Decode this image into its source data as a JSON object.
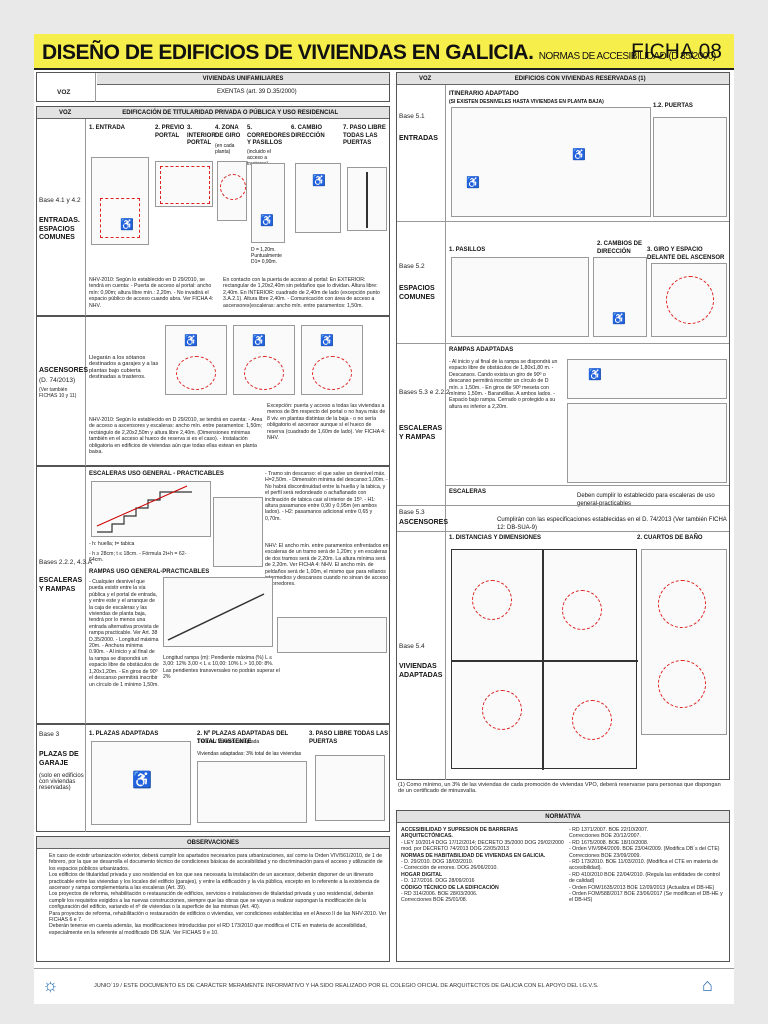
{
  "header": {
    "title": "DISEÑO DE EDIFICIOS DE VIVIENDAS EN GALICIA.",
    "subtitle": "NORMAS DE ACCESIBILIDAD (D 35/2000)",
    "ficha": "FICHA 08"
  },
  "left": {
    "voz": "VOZ",
    "unifam_title": "VIVIENDAS UNIFAMILIARES",
    "unifam_value": "EXENTAS (art. 39 D.35/2000)",
    "voz2": "VOZ",
    "edif_title": "EDIFICACIÓN DE TITULARIDAD PRIVADA O PÚBLICA Y USO RESIDENCIAL",
    "base41_label": "Base 4.1 y 4.2",
    "base41_title": "ENTRADAS. ESPACIOS COMUNES",
    "cols": [
      "1. ENTRADA",
      "2. PREVIO PORTAL",
      "3. INTERIOR PORTAL",
      "4. ZONA DE GIRO",
      "5. CORREDORES Y PASILLOS",
      "6. CAMBIO DIRECCIÓN",
      "7. PASO LIBRE TODAS LAS PUERTAS"
    ],
    "zona_note": "(en cada planta)",
    "pasillo_note": "(incluido el acceso a trasteros)",
    "giro_note": "D = 1,20m. Puntualmente D1= 0,90m.",
    "nhv_entrada": "NHV-2010: Según lo establecido en D 29/2010, se tendrá en cuenta: - Puerta de acceso al portal: ancho mín: 0,90m; altura libre mín.: 2,20m. - No invadirá el espacio público de acceso cuando abra. Ver FICHA 4: NHV.",
    "contacto_note": "En contacto con la puerta de acceso al portal: En EXTERIOR: rectangular de 1,20x2,40m sin peldaños que lo dividan. Altura libre: 2,40m. En INTERIOR: cuadrado de 2,40m de lado (excepción punto 3.A.2.1). Altura libre 2,40m. - Comunicación con área de acceso a ascensores(escaleras: ancho mín. entre paramentos: 1,50m.",
    "ascensores_title": "ASCENSORES",
    "ascensores_sub": "(D. 74/2013)",
    "ascensores_ref": "(Ver también FICHAS 10 y 11)",
    "ascensores_text": "Llegarán a los sótanos destinados a garajes y a las plantas bajo cubierta destinadas a trasteros.",
    "nhv_asc": "NHV-2010: Según lo establecido en D 29/2010, se tendrá en cuenta: - Área de acceso a ascensores y escaleras: ancho mín. entre paramentos: 1,50m; rectángulo de 2,20x2,50m y altura libre 2,40m. (Dimensiones mínimas también en el acceso al hueco de reserva si es el caso). - Instalación obligatoria en edificios de viviendas aún que todas ellas estean en planta baixa.",
    "excepcion": "Excepción: puerta y acceso a todas las viviendas a menos de 8m respecto del portal o no haya más de 8 viv. en plantas distintas de la baja - o no sería obligatorio el ascensor aunque sí el hueco de reserva (cuadrado de 1,60m de lado). Ver FICHA 4: NHV.",
    "escaleras_header": "ESCALERAS USO GENERAL - PRACTICABLES",
    "esc_notes": "- Tramo sin descanso: el que salve un desnivel máx. H=2,50m. - Dimensión mínima del descanso:1,00m. - No habrá discontinuidad entre la huella y la tabica, y el perfil será redondeado o achaflanado con inclinación de tabica casi al interior de 15º. - H1: altura pasamanos entre 0,90 y 0,95m (en ambos lados). - H2: pasamanos adicional entre 0,65 y 0,70m.",
    "esc_formula1": "- h: huella; t= tabica",
    "esc_formula2": "- h ≥ 28cm; t ≤ 18cm. - Fórmula 2t+h = 62-64cm.",
    "nhv_esc": "NHV: El ancho mín. entre paramentos enfrentados en escaleras de un tramo será de 1,20m; y en escaleras de dos tramos será de 2,20m. La altura mínima será de 2,20m. Ver FICHA 4: NHV. El ancho mín. de peldaños será de 1,00m, el mismo que para rellanos intermedios y descansos cuando no sirvan de acceso a corredores.",
    "base22_label": "Bases 2.2.2, 4.3.A",
    "base22_title": "ESCALERAS Y RAMPAS",
    "rampas_header": "RAMPAS USO GENERAL-PRACTICABLES",
    "rampas_text": "- Cualquier desnivel que pueda existir entre la vía pública y el portal de entrada, y entre este y el arranque de la caja de escaleras y las viviendas de planta baja, tendrá por lo menos una entrada alternativa provista de rampa practicable. Ver Art. 38 D.35/2000. - Longitud máxima 20m. - Anchura mínima 0.90m. - Al inicio y al final de la rampa se dispondrá un espacio libre de obstáculos de 1,20x1,20m. - En giros de 90º el descanso permitirá inscribir un círculo de 1 mínimo 1,50m.",
    "rampa_table": "Longitud rampa (m): Pendiente máxima (%) L ≤ 3,00: 12% 3,00 < L ≤ 10,00: 10% L > 10,00: 8%. Las pendientes transversales no podrán superar el 2%",
    "base3_label": "Base 3",
    "base3_title": "PLAZAS DE GARAJE",
    "base3_sub": "(solo en edificios con viviendas reservadas)",
    "plazas_h1": "1. PLAZAS ADAPTADAS",
    "plazas_h2": "2. Nº PLAZAS ADAPTADAS DEL TOTAL EXISTENTE",
    "plazas_h2b": "1 Plaza / Vivienda adaptada",
    "plazas_h3": "3. PASO LIBRE TODAS LAS PUERTAS",
    "plazas_note": "Viviendas adaptadas: 3% total de las viviendas"
  },
  "right": {
    "voz": "VOZ",
    "title": "EDIFICIOS CON VIVIENDAS RESERVADAS (1)",
    "b51_label": "Base 5.1",
    "b51_title": "ENTRADAS",
    "itinerario": "ITINERARIO ADAPTADO",
    "itinerario_sub": "(SI EXISTEN DESNIVELES HASTA VIVIENDAS EN PLANTA BAJA)",
    "b51_puertas": "1.2. PUERTAS",
    "b52_label": "Base 5.2",
    "b52_title": "ESPACIOS COMUNES",
    "b52_cols": [
      "1. PASILLOS",
      "2. CAMBIOS DE DIRECCIÓN",
      "3. GIRO Y ESPACIO DELANTE DEL ASCENSOR"
    ],
    "b53_label": "Bases 5.3 e 2.2.2",
    "b53_title": "ESCALERAS Y RAMPAS",
    "rampas_adaptadas": "RAMPAS ADAPTADAS",
    "rampas_adapt_text": "- Al inicio y al final de la rampa se dispondrá un espacio libre de obstáculos de 1,80x1,80 m. - Descansos. Cando exista un giro de 90º o descanso permitirá inscribir un círculo de D mín. ≥ 1,50m. - En giros de 90º meseta con mínimo 1,50m. - Barandillas. A ambos lados. - Espacio bajo rampa. Cerrado o protegido a su altura es inferior a 2,20m.",
    "escaleras_row": "ESCALERAS",
    "escaleras_text": "Deben cumplir lo establecido para escaleras de uso general-practicables",
    "b53b_label": "Base 5.3",
    "b53b_title": "ASCENSORES",
    "ascensores_text": "Cumplirán con las especificaciones establecidas en el D. 74/2013 (Ver también FICHA 12: DB-SUA-9)",
    "b54_label": "Base 5.4",
    "b54_title": "VIVIENDAS ADAPTADAS",
    "b54_h1": "1. DISTANCIAS Y DIMENSIONES",
    "b54_h2": "2. CUARTOS DE BAÑO",
    "footnote": "(1) Como mínimo, un 3% de las viviendas de cada promoción de viviendas VPO, deberá reservarse para personas que dispongan de un certificado de minusvalía."
  },
  "obs": {
    "title": "OBSERVACIONES",
    "items": [
      "En caso de existir urbanización exterior, deberá cumplir los apartados necesarios para urbanizaciones, así como la Orden VIV/561/2010, de 1 de febrero, por la que se desarrolla el documento técnico de condiciones básicas de accesibilidad y no discriminación para el acceso y utilización de los espacios públicos urbanizados.",
      "Los edificios de titularidad privada y uso residencial en los que sea necesaria la instalación de un ascensor, deberán disponer de un itinerario practicable entre las viviendas y los locales del edificio (garajes), y entre la edificación y la vía pública, excepto en lo referente a la existencia de ascensor y rampa complementaria a las escaleras (Art. 39).",
      "Los proyectos de reforma, rehabilitación o restauración de edificios, servicios o instalaciones de titularidad privada y uso residencial, deberán cumplir los requisitos exigidos a las nuevas construcciones, siempre que las obras que se vayan a realizar supongan la modificación de la configuración del edificio, variando el nº de viviendas o la superficie de las mismas (Art. 40).",
      "Para proyectos de reforma, rehabilitación o restauración de edificios o viviendas, ver condiciones establecidas en el Anexo II de las NHV-2010. Ver FICHAS 6 e 7.",
      "Deberán tenerse en cuenta además, las modificaciones introducidas por el RD 173/2010 que modifica el CTE en materia de accesibilidad, especialmente en la referente al modificado DB SUA. Ver FICHAS 9 e 10."
    ]
  },
  "normativa": {
    "title": "NORMATIVA",
    "left": [
      "ACCESIBILIDAD Y SUPRESIÓN DE BARRERAS ARQUITECTÓNICAS.",
      "- LEY 10/2014 DOG 17/12/2014; DECRETO 35/2000 DOG 29/02/2000 mod. por DECRETO 74/2013 DOG 22/05/2013",
      "NORMAS DE HABITABILIDAD DE VIVIENDAS EN GALICIA.",
      "- D. 29/2010. DOG 18/03/2010.",
      "- Corrección de errores. DOG 26/06/2010.",
      "HOGAR DIGITAL",
      "- D. 127/2016. DOG 28/09/2016",
      "CÓDIGO TÉCNICO DE LA EDIFICACIÓN",
      "- RD 314/2006. BOE 28/03/2006.",
      "Correcciones BOE 25/01/08."
    ],
    "right": [
      "- RD 1371/2007. BOE 22/10/2007.",
      "Correcciones BOE 20/12/2007.",
      "- RD 1675/2008. BOE 18/10/2008.",
      "- Orden VIV/984/2009. BOE 23/04/2009. (Modifica DB´s del CTE)",
      "Correcciones BOE 23/09/2009.",
      "- RD 173/2010. BOE 11/03/2010. (Modifica el CTE en materia de accesibilidad).",
      "- RD 410/2010 BOE 22/04/2010. (Regula las entidades de control de calidad)",
      "- Orden FOM/1635/2013 BOE 12/09/2013 (Actualiza el DB-HE)",
      "- Orden FOM/588/2017 BOE 23/06/2017 (Se modifican el DB-HE y el DB-HS)"
    ]
  },
  "footer": {
    "text": "JUNIO´19 / ESTE DOCUMENTO ES DE CARÁCTER MERAMENTE INFORMATIVO Y HA SIDO REALIZADO POR EL COLEGIO OFICIAL DE ARQUITECTOS DE GALICIA CON EL APOYO DEL I.G.V.S."
  },
  "colors": {
    "header_bg": "#f6ee4a",
    "accent_red": "#cc0000"
  }
}
